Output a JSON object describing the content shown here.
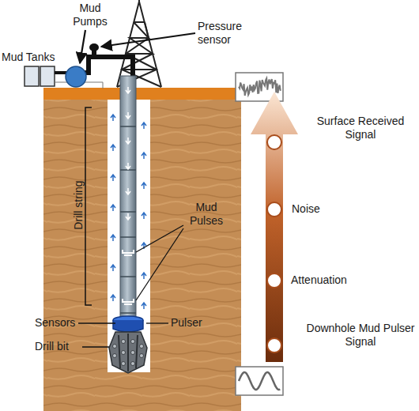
{
  "diagram": {
    "labels": [
      "Mud Tanks",
      "Mud Pumps",
      "Pressure sensor",
      "Drill string",
      "Mud Pulses",
      "Sensors",
      "Pulser",
      "Drill bit",
      "Surface Received Signal",
      "Noise",
      "Attenuation",
      "Downhole Mud Pulser Signal"
    ]
  }
}
